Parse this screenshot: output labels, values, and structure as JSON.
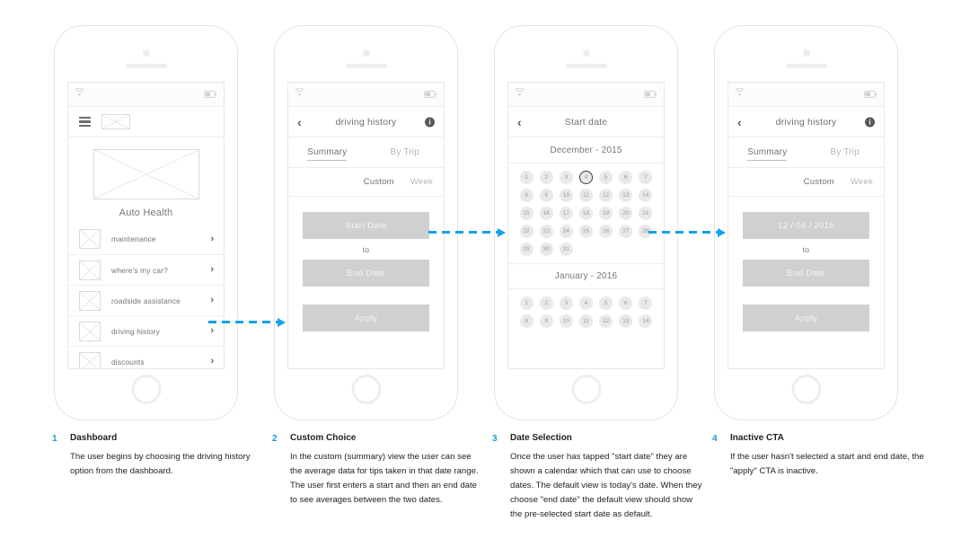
{
  "theme": {
    "accent_blue": "#14a2e8",
    "caption_num_blue": "#1c9ad6",
    "button_gray": "#cfd0d2",
    "frame_gray": "#e2e4e6"
  },
  "screens": [
    {
      "id": "dashboard",
      "statusbar": {
        "wifi": "wifi-icon",
        "battery": "battery-icon"
      },
      "navbar": {
        "menu": "hamburger-icon",
        "logo": "logo-placeholder"
      },
      "hero": {
        "image": "hero-image-placeholder",
        "title": "Auto Health"
      },
      "list": [
        {
          "label": "maintenance",
          "chevron": "chevron-right-icon"
        },
        {
          "label": "where's my car?",
          "chevron": "chevron-right-icon"
        },
        {
          "label": "roadside assistance",
          "chevron": "chevron-right-icon"
        },
        {
          "label": "driving history",
          "chevron": "chevron-right-icon"
        },
        {
          "label": "discounts",
          "chevron": "chevron-right-icon"
        }
      ]
    },
    {
      "id": "custom-choice",
      "navbar": {
        "back": "chevron-left-icon",
        "title": "driving history",
        "info": "info-icon"
      },
      "tabs": [
        {
          "label": "Summary",
          "active": true
        },
        {
          "label": "By Trip",
          "active": false
        }
      ],
      "subtabs": [
        {
          "label": "Custom",
          "active": true
        },
        {
          "label": "Week",
          "active": false
        }
      ],
      "form": {
        "start_date": "Start Date",
        "separator": "to",
        "end_date": "End Date",
        "apply": "Apply"
      }
    },
    {
      "id": "date-selection",
      "navbar": {
        "back": "chevron-left-icon",
        "title": "Start date"
      },
      "calendar": [
        {
          "month_label": "December - 2015",
          "days": [
            1,
            2,
            3,
            4,
            5,
            6,
            7,
            8,
            9,
            10,
            11,
            12,
            13,
            14,
            15,
            16,
            17,
            18,
            19,
            20,
            21,
            22,
            23,
            24,
            25,
            26,
            27,
            28,
            29,
            30,
            31
          ],
          "selected_day": 4
        },
        {
          "month_label": "January - 2016",
          "days": [
            1,
            2,
            3,
            4,
            5,
            6,
            7,
            8,
            9,
            10,
            11,
            12,
            13,
            14
          ],
          "selected_day": null
        }
      ]
    },
    {
      "id": "inactive-cta",
      "navbar": {
        "back": "chevron-left-icon",
        "title": "driving history",
        "info": "info-icon"
      },
      "tabs": [
        {
          "label": "Summary",
          "active": true
        },
        {
          "label": "By Trip",
          "active": false
        }
      ],
      "subtabs": [
        {
          "label": "Custom",
          "active": true
        },
        {
          "label": "Week",
          "active": false
        }
      ],
      "form": {
        "start_date": "12 / 04 / 2015",
        "separator": "to",
        "end_date": "End Date",
        "apply": "Apply"
      }
    }
  ],
  "captions": [
    {
      "number": "1",
      "title": "Dashboard",
      "body": "The user begins by choosing the driving history option from the dashboard."
    },
    {
      "number": "2",
      "title": "Custom Choice",
      "body": "In the custom (summary) view the user can see the average data for tips taken in that date range. The user first enters a start and then an end date to see averages between the two dates."
    },
    {
      "number": "3",
      "title": "Date Selection",
      "body": "Once the user has tapped \"start date\" they are shown a calendar which that can use to choose dates. The default view is today's date. When they choose \"end date\" the default view should show the pre-selected start date as default."
    },
    {
      "number": "4",
      "title": "Inactive CTA",
      "body": "If the user hasn't selected a start and end date, the \"apply\" CTA is inactive."
    }
  ],
  "connectors": [
    {
      "name": "arrow-dashboard-to-custom"
    },
    {
      "name": "arrow-custom-to-calendar"
    },
    {
      "name": "arrow-calendar-to-inactive"
    }
  ]
}
